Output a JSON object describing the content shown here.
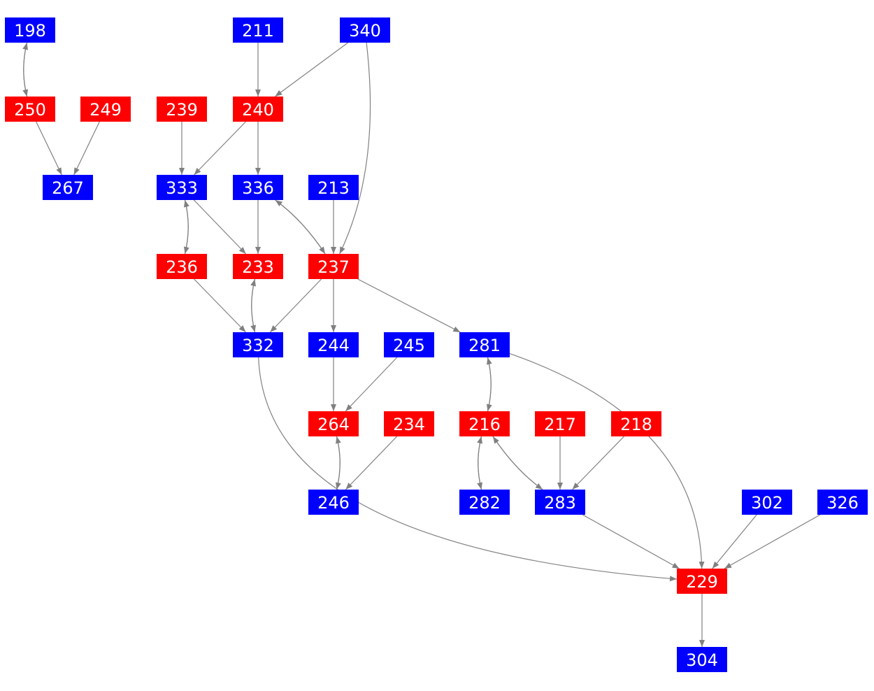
{
  "colors": {
    "blue": "#0000ff",
    "red": "#ff0000",
    "edge": "#808080",
    "label": "#ffffff"
  },
  "nodes": [
    {
      "id": "198",
      "color": "blue"
    },
    {
      "id": "211",
      "color": "blue"
    },
    {
      "id": "340",
      "color": "blue"
    },
    {
      "id": "250",
      "color": "red"
    },
    {
      "id": "249",
      "color": "red"
    },
    {
      "id": "239",
      "color": "red"
    },
    {
      "id": "240",
      "color": "red"
    },
    {
      "id": "267",
      "color": "blue"
    },
    {
      "id": "333",
      "color": "blue"
    },
    {
      "id": "336",
      "color": "blue"
    },
    {
      "id": "213",
      "color": "blue"
    },
    {
      "id": "236",
      "color": "red"
    },
    {
      "id": "233",
      "color": "red"
    },
    {
      "id": "237",
      "color": "red"
    },
    {
      "id": "332",
      "color": "blue"
    },
    {
      "id": "244",
      "color": "blue"
    },
    {
      "id": "245",
      "color": "blue"
    },
    {
      "id": "281",
      "color": "blue"
    },
    {
      "id": "264",
      "color": "red"
    },
    {
      "id": "234",
      "color": "red"
    },
    {
      "id": "216",
      "color": "red"
    },
    {
      "id": "217",
      "color": "red"
    },
    {
      "id": "218",
      "color": "red"
    },
    {
      "id": "246",
      "color": "blue"
    },
    {
      "id": "282",
      "color": "blue"
    },
    {
      "id": "283",
      "color": "blue"
    },
    {
      "id": "302",
      "color": "blue"
    },
    {
      "id": "326",
      "color": "blue"
    },
    {
      "id": "229",
      "color": "red"
    },
    {
      "id": "304",
      "color": "blue"
    }
  ],
  "edges": [
    [
      "198",
      "250"
    ],
    [
      "250",
      "198"
    ],
    [
      "250",
      "267"
    ],
    [
      "249",
      "267"
    ],
    [
      "211",
      "240"
    ],
    [
      "340",
      "240"
    ],
    [
      "340",
      "237"
    ],
    [
      "239",
      "333"
    ],
    [
      "240",
      "333"
    ],
    [
      "240",
      "336"
    ],
    [
      "333",
      "236"
    ],
    [
      "236",
      "333"
    ],
    [
      "333",
      "233"
    ],
    [
      "336",
      "233"
    ],
    [
      "336",
      "237"
    ],
    [
      "237",
      "336"
    ],
    [
      "213",
      "237"
    ],
    [
      "236",
      "332"
    ],
    [
      "233",
      "332"
    ],
    [
      "332",
      "233"
    ],
    [
      "237",
      "332"
    ],
    [
      "237",
      "244"
    ],
    [
      "237",
      "281"
    ],
    [
      "332",
      "229"
    ],
    [
      "244",
      "264"
    ],
    [
      "245",
      "264"
    ],
    [
      "264",
      "246"
    ],
    [
      "246",
      "264"
    ],
    [
      "234",
      "246"
    ],
    [
      "281",
      "216"
    ],
    [
      "216",
      "281"
    ],
    [
      "281",
      "229"
    ],
    [
      "216",
      "282"
    ],
    [
      "282",
      "216"
    ],
    [
      "216",
      "283"
    ],
    [
      "283",
      "216"
    ],
    [
      "217",
      "283"
    ],
    [
      "218",
      "283"
    ],
    [
      "283",
      "229"
    ],
    [
      "302",
      "229"
    ],
    [
      "326",
      "229"
    ],
    [
      "229",
      "304"
    ]
  ]
}
